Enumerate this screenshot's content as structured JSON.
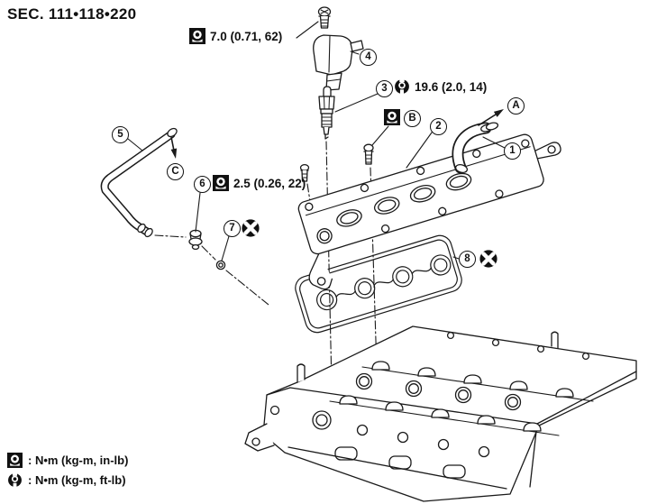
{
  "header": {
    "section": "SEC. 111•118•220"
  },
  "labels": {
    "coil_bolt_torque": "7.0 (0.71, 62)",
    "spark_plug_torque": "19.6 (2.0, 14)",
    "hose_fitting_torque": "2.5 (0.26, 22)"
  },
  "callouts": {
    "c1": "1",
    "c2": "2",
    "c3": "3",
    "c4": "4",
    "c5": "5",
    "c6": "6",
    "c7": "7",
    "c8": "8",
    "a": "A",
    "b": "B",
    "c": "C"
  },
  "legend": {
    "rows": [
      {
        "icon": "torque-in-lb-icon",
        "text": ": N•m (kg-m, in-lb)"
      },
      {
        "icon": "torque-ft-lb-icon",
        "text": ": N•m (kg-m, ft-lb)"
      }
    ]
  },
  "icons": {
    "torque_in_lb": "filled-square-socket-symbol",
    "torque_ft_lb": "open-socket-symbol",
    "do_not_reuse": "black-circle-white-x"
  },
  "colors": {
    "line": "#1a1a1a",
    "background": "#ffffff"
  }
}
